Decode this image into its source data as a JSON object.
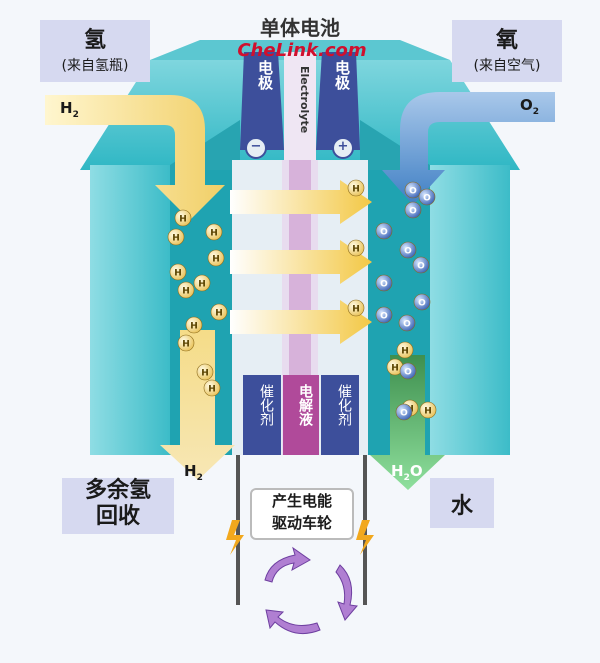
{
  "header": {
    "title": "单体电池",
    "watermark": "CheLink.com"
  },
  "left": {
    "title": "氢",
    "subtitle": "(来自氢瓶)",
    "gas_in": "H",
    "gas_in_sub": "2",
    "gas_out": "H",
    "gas_out_sub": "2",
    "outlet_label": "多余氢\n回收"
  },
  "right": {
    "title": "氧",
    "subtitle": "(来自空气)",
    "gas_in": "O",
    "gas_in_sub": "2",
    "gas_out": "H",
    "gas_out_sub": "2",
    "gas_out_tail": "O",
    "outlet_label": "水"
  },
  "electrodes": {
    "anode": "电极",
    "cathode": "电极",
    "anode_sign": "−",
    "cathode_sign": "+",
    "membrane": "Electrolyte"
  },
  "layers": {
    "left_catalyst": "催化剂",
    "electrolyte": "电解液",
    "right_catalyst": "催化剂"
  },
  "particles": {
    "h": "H",
    "o": "O"
  },
  "circuit_label": "产生电能\n驱动车轮",
  "colors": {
    "teal": "#2fb7c4",
    "teal_dark": "#16838f",
    "hydrogen_arrow": "#f3dc86",
    "oxygen_arrow": "#6a9ed2",
    "water_arrow": "#55b86a",
    "electrode": "#3d4f9b",
    "electrolyte": "#c890c8",
    "rotation_arrow": "#b07fd2"
  }
}
